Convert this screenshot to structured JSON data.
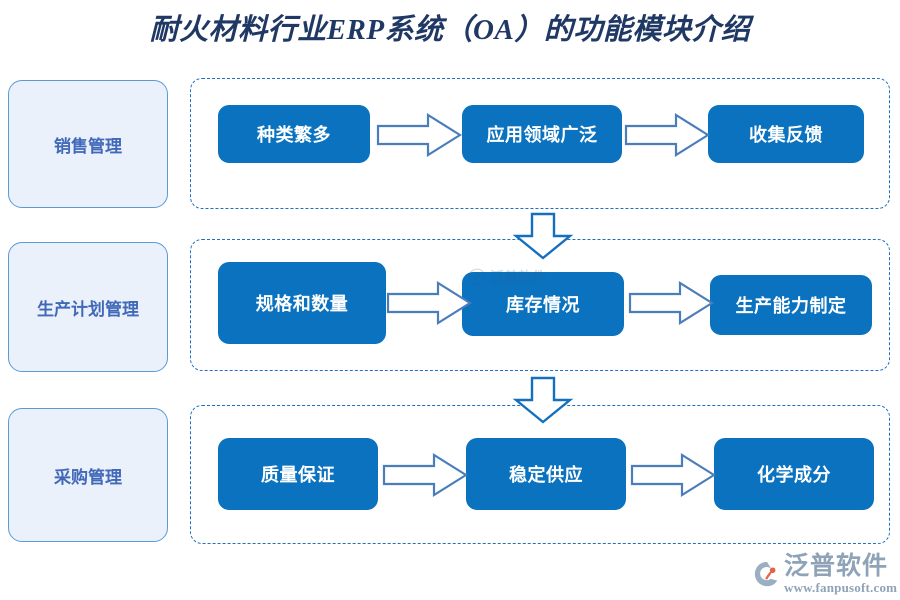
{
  "title": "耐火材料行业ERP系统（OA）的功能模块介绍",
  "colors": {
    "title_text": "#1F3864",
    "step_box_fill": "#0A72BF",
    "step_box_text": "#FFFFFF",
    "category_box_fill": "#EAF1FB",
    "category_box_border": "#5B9BD5",
    "category_text": "#4169B8",
    "dashed_border": "#1F6FC4",
    "arrow_outline": "#4A7EBB",
    "arrow_fill": "#FFFFFF",
    "logo_text": "#8FA3B8",
    "logo_mark_accent": "#E2644A"
  },
  "chart_data": {
    "type": "diagram",
    "title": "耐火材料行业ERP系统（OA）的功能模块介绍",
    "layout": "three stacked swimlanes, each with a left category label and three chained step boxes joined by right-pointing arrows; downward arrows connect lane 1→2 and lane 2→3",
    "rows": [
      {
        "category": "销售管理",
        "steps": [
          "种类繁多",
          "应用领域广泛",
          "收集反馈"
        ],
        "connectors": [
          "arrow-right",
          "arrow-right"
        ]
      },
      {
        "category": "生产计划管理",
        "steps": [
          "规格和数量",
          "库存情况",
          "生产能力制定"
        ],
        "connectors": [
          "arrow-right",
          "arrow-right"
        ]
      },
      {
        "category": "采购管理",
        "steps": [
          "质量保证",
          "稳定供应",
          "化学成分"
        ],
        "connectors": [
          "arrow-right",
          "arrow-right"
        ]
      }
    ],
    "row_connectors": [
      "arrow-down",
      "arrow-down"
    ]
  },
  "rows": [
    {
      "category": "销售管理",
      "steps": [
        {
          "label": "种类繁多"
        },
        {
          "label": "应用领域广泛"
        },
        {
          "label": "收集反馈"
        }
      ]
    },
    {
      "category": "生产计划管理",
      "steps": [
        {
          "label": "规格和数量"
        },
        {
          "label": "库存情况"
        },
        {
          "label": "生产能力制定"
        }
      ]
    },
    {
      "category": "采购管理",
      "steps": [
        {
          "label": "质量保证"
        },
        {
          "label": "稳定供应"
        },
        {
          "label": "化学成分"
        }
      ]
    }
  ],
  "watermark": {
    "text": "泛普软件"
  },
  "logo": {
    "name": "泛普软件",
    "url": "www.fanpusoft.com"
  }
}
